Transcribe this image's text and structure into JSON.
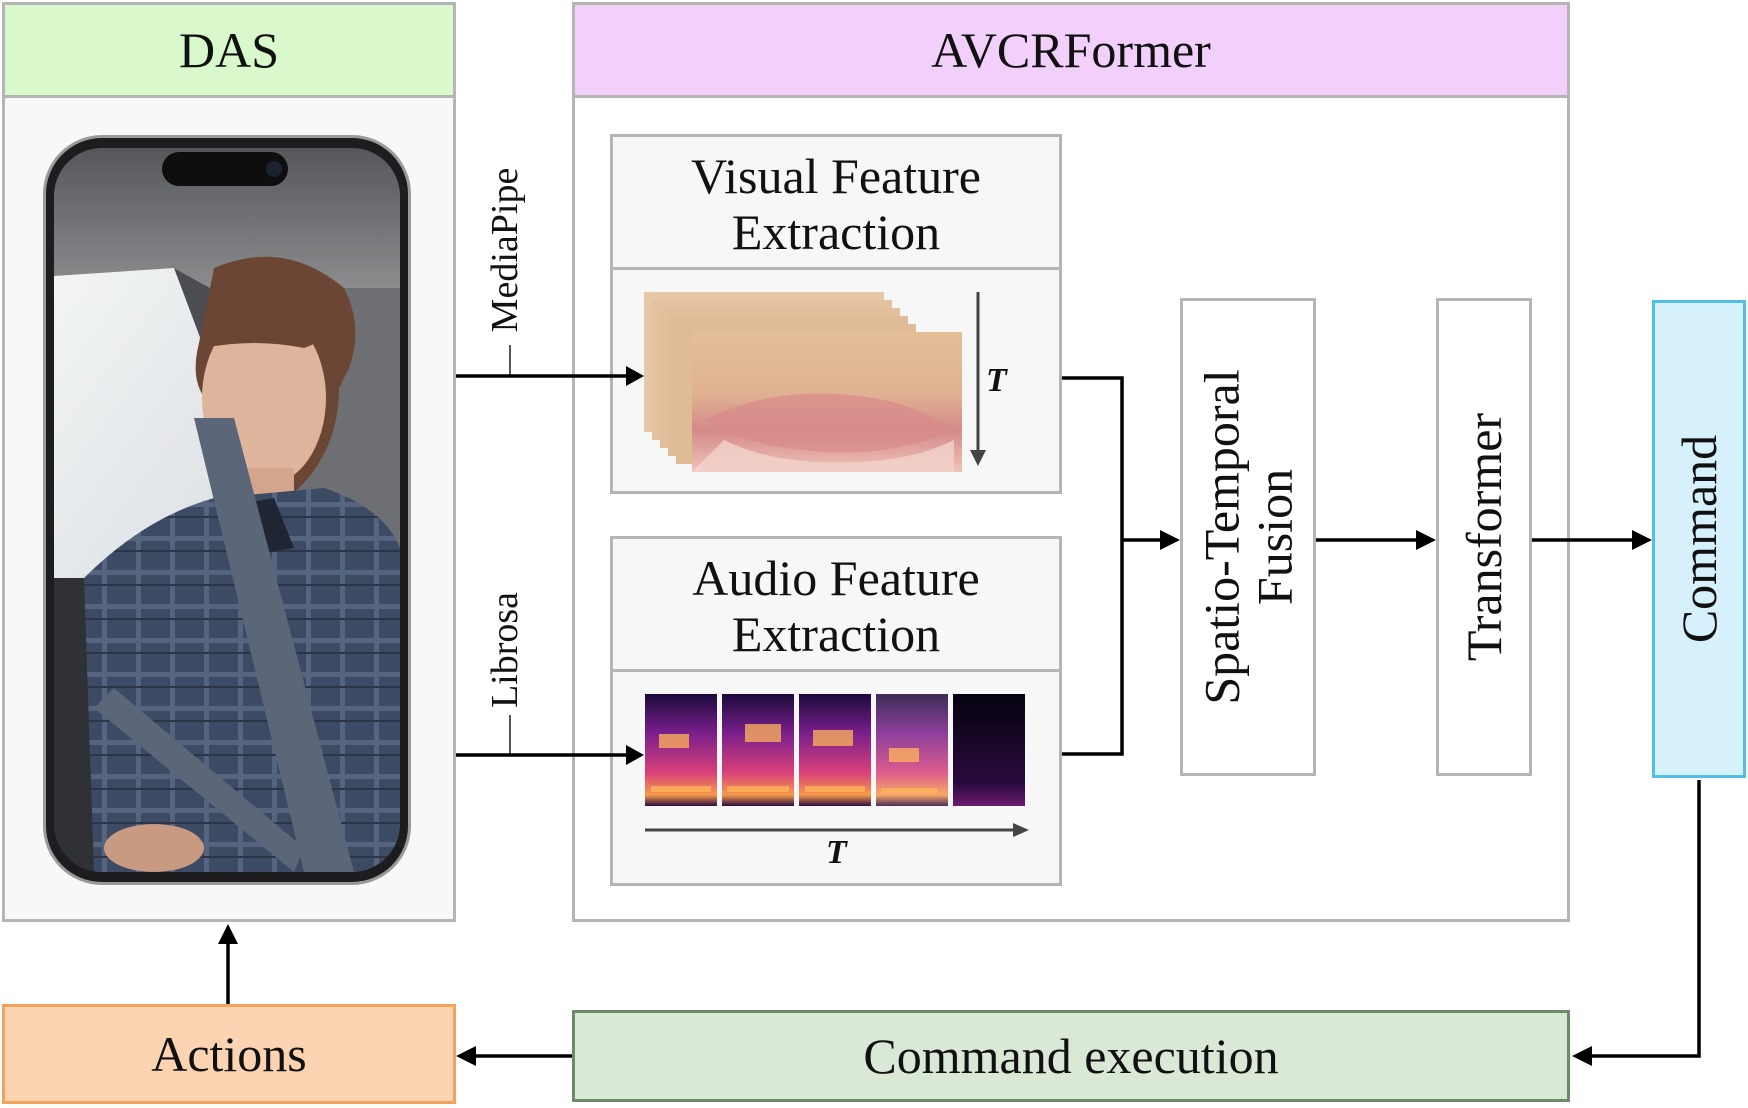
{
  "das": {
    "title": "DAS"
  },
  "avcr": {
    "title": "AVCRFormer"
  },
  "visual": {
    "title_line1": "Visual Feature",
    "title_line2": "Extraction",
    "time_label": "T"
  },
  "audio": {
    "title_line1": "Audio Feature",
    "title_line2": "Extraction",
    "time_label": "T"
  },
  "edges": {
    "visual_tool": "MediaPipe",
    "audio_tool": "Librosa"
  },
  "fusion": {
    "line1": "Spatio-Temporal",
    "line2": "Fusion"
  },
  "transformer": {
    "label": "Transformer"
  },
  "command": {
    "label": "Command"
  },
  "execution": {
    "label": "Command execution"
  },
  "actions": {
    "label": "Actions"
  },
  "colors": {
    "das_header": "#d9f8cc",
    "avcr_header": "#f3d0fb",
    "command_fill": "#d6f1fb",
    "command_border": "#4fbfe8",
    "execution_fill": "#d9e9d6",
    "execution_border": "#6e8a6b",
    "actions_fill": "#fcd4b2",
    "actions_border": "#f4a259"
  }
}
